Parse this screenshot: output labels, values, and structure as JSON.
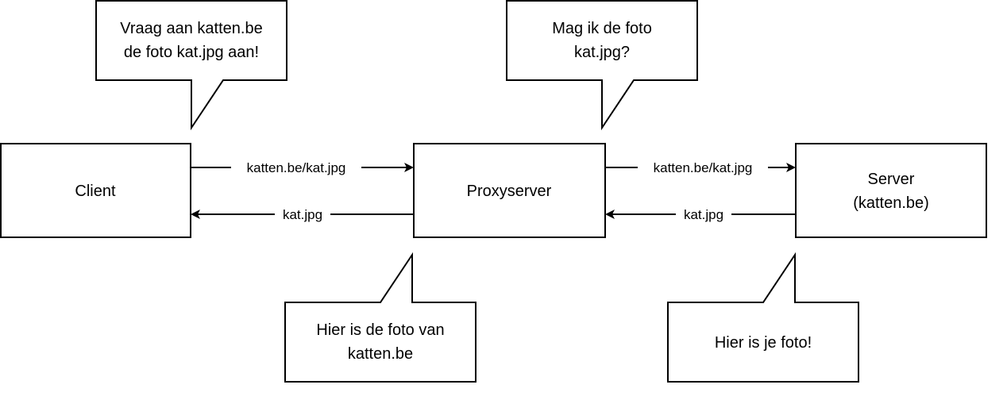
{
  "nodes": {
    "client": {
      "label": "Client"
    },
    "proxy": {
      "label": "Proxyserver"
    },
    "server": {
      "label_line1": "Server",
      "label_line2": "(katten.be)"
    }
  },
  "edges": {
    "client_to_proxy": {
      "label": "katten.be/kat.jpg"
    },
    "proxy_to_client": {
      "label": "kat.jpg"
    },
    "proxy_to_server": {
      "label": "katten.be/kat.jpg"
    },
    "server_to_proxy": {
      "label": "kat.jpg"
    }
  },
  "callouts": {
    "client": {
      "line1": "Vraag aan katten.be",
      "line2": "de foto kat.jpg aan!"
    },
    "proxy_request": {
      "line1": "Mag ik de foto",
      "line2": "kat.jpg?"
    },
    "proxy_response": {
      "line1": "Hier is de foto van",
      "line2": "katten.be"
    },
    "server": {
      "line1": "Hier is je foto!"
    }
  },
  "colors": {
    "stroke": "#000000",
    "fill": "#ffffff",
    "text": "#000000"
  }
}
